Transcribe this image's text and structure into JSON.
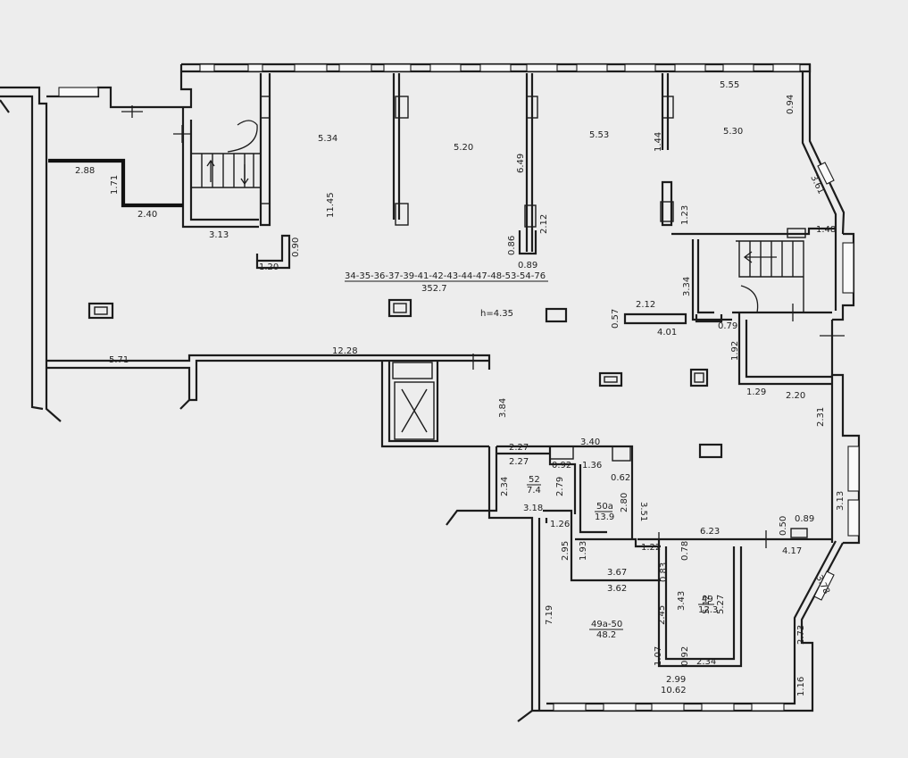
{
  "floor": {
    "group_label": "34-35-36-37-39-41-42-43-44-47-48-53-54-76",
    "group_area": "352.7",
    "height": "h=4.35"
  },
  "rooms": [
    {
      "number": "52",
      "area": "7.4"
    },
    {
      "number": "50a",
      "area": "13.9"
    },
    {
      "number": "49",
      "area": "12.3"
    },
    {
      "number": "49a-50",
      "area": "48.2"
    }
  ],
  "dimensions": [
    "2.88",
    "1.71",
    "2.40",
    "3.13",
    "5.34",
    "11.45",
    "1.20",
    "0.90",
    "5.20",
    "6.49",
    "0.86",
    "0.89",
    "2.12",
    "5.53",
    "1.44",
    "5.55",
    "5.30",
    "0.94",
    "3.61",
    "1.23",
    "1.48",
    "3.34",
    "2.12",
    "0.57",
    "4.01",
    "0.79",
    "1.92",
    "1.29",
    "2.20",
    "2.31",
    "5.71",
    "12.28",
    "3.84",
    "2.27",
    "2.27",
    "3.40",
    "0.92",
    "1.36",
    "0.62",
    "2.34",
    "2.79",
    "2.80",
    "3.51",
    "3.18",
    "1.26",
    "6.23",
    "0.50",
    "0.89",
    "4.17",
    "3.13",
    "1.22",
    "0.78",
    "2.95",
    "1.93",
    "0.83",
    "3.67",
    "3.62",
    "3.43",
    "5.12",
    "5.27",
    "3.78",
    "7.19",
    "2.45",
    "1.07",
    "0.92",
    "2.34",
    "2.73",
    "2.99",
    "1.16",
    "10.62"
  ]
}
